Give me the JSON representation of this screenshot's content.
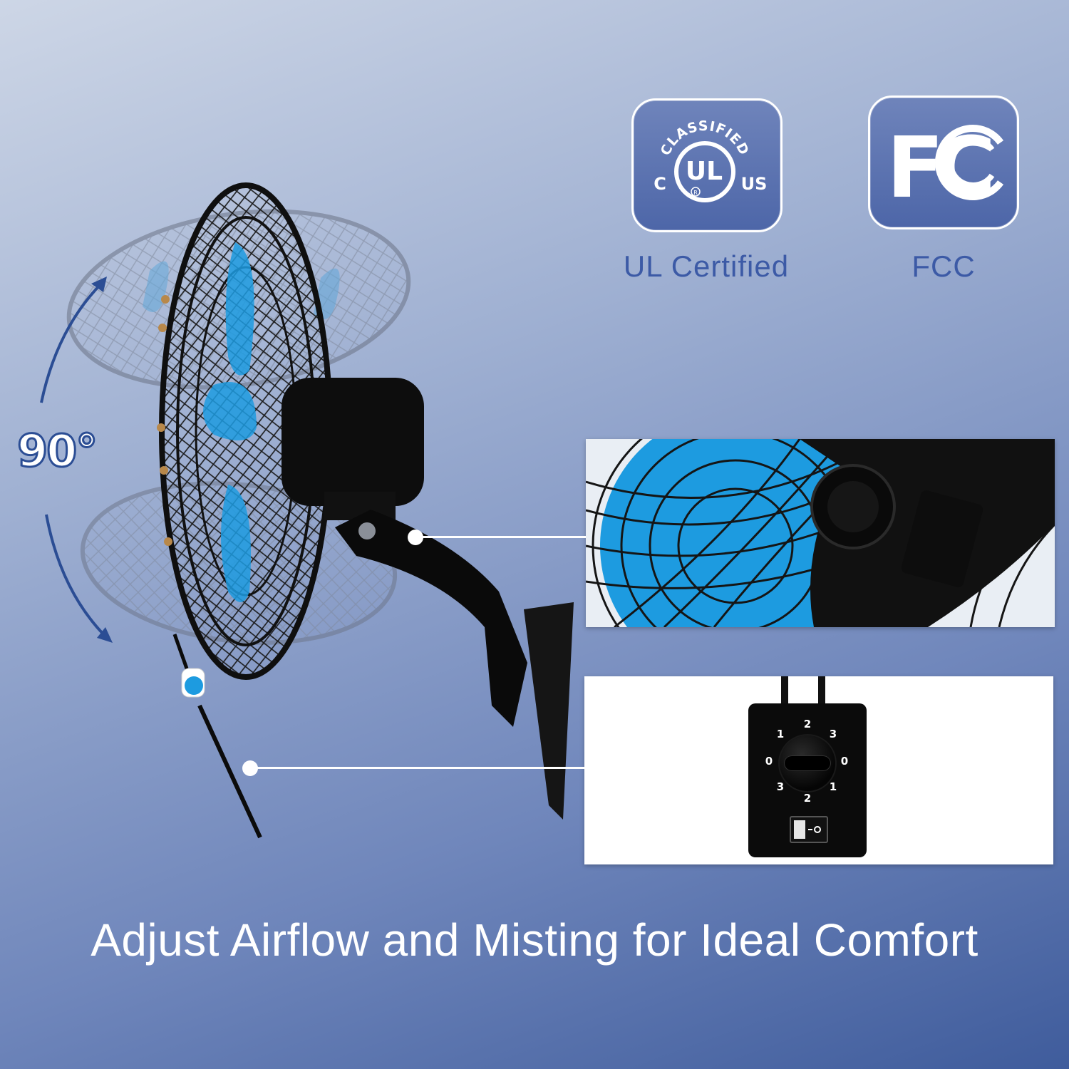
{
  "badges": {
    "ul": {
      "seal_classified": "CLASSIFIED",
      "seal_c": "C",
      "seal_ul": "UL",
      "seal_us": "US",
      "seal_r": "R",
      "label": "UL Certified"
    },
    "fcc": {
      "mark": "FC",
      "label": "FCC"
    }
  },
  "rotation": {
    "angle_label": "90°"
  },
  "control_panel": {
    "dial_numbers": [
      "2",
      "1",
      "3",
      "0",
      "0",
      "3",
      "1",
      "2"
    ]
  },
  "headline": "Adjust Airflow and Misting for Ideal Comfort",
  "colors": {
    "badge_fill": "#5a72b0",
    "label_blue": "#3c5aa6",
    "fan_blade_blue": "#1d9be0",
    "background_top": "#cdd6e6",
    "background_bottom": "#3f5c9c"
  }
}
